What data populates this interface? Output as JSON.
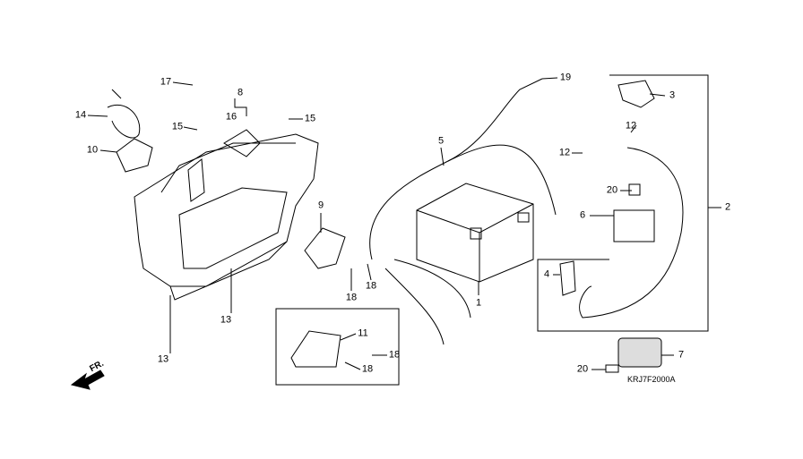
{
  "diagram": {
    "code": "KRJ7F2000A",
    "front_marker": "FR.",
    "callouts": [
      {
        "id": "c17",
        "text": "17"
      },
      {
        "id": "c8",
        "text": "8"
      },
      {
        "id": "c16",
        "text": "16"
      },
      {
        "id": "c15a",
        "text": "15"
      },
      {
        "id": "c15b",
        "text": "15"
      },
      {
        "id": "c14",
        "text": "14"
      },
      {
        "id": "c10",
        "text": "10"
      },
      {
        "id": "c9",
        "text": "9"
      },
      {
        "id": "c18a",
        "text": "18"
      },
      {
        "id": "c18b",
        "text": "18"
      },
      {
        "id": "c13a",
        "text": "13"
      },
      {
        "id": "c13b",
        "text": "13"
      },
      {
        "id": "c5",
        "text": "5"
      },
      {
        "id": "c19",
        "text": "19"
      },
      {
        "id": "c3",
        "text": "3"
      },
      {
        "id": "c12a",
        "text": "12"
      },
      {
        "id": "c12b",
        "text": "12"
      },
      {
        "id": "c20a",
        "text": "20"
      },
      {
        "id": "c6",
        "text": "6"
      },
      {
        "id": "c2",
        "text": "2"
      },
      {
        "id": "c4",
        "text": "4"
      },
      {
        "id": "c1",
        "text": "1"
      },
      {
        "id": "c11",
        "text": "11"
      },
      {
        "id": "c18c",
        "text": "18"
      },
      {
        "id": "c18d",
        "text": "18"
      },
      {
        "id": "c7",
        "text": "7"
      },
      {
        "id": "c20b",
        "text": "20"
      }
    ]
  }
}
